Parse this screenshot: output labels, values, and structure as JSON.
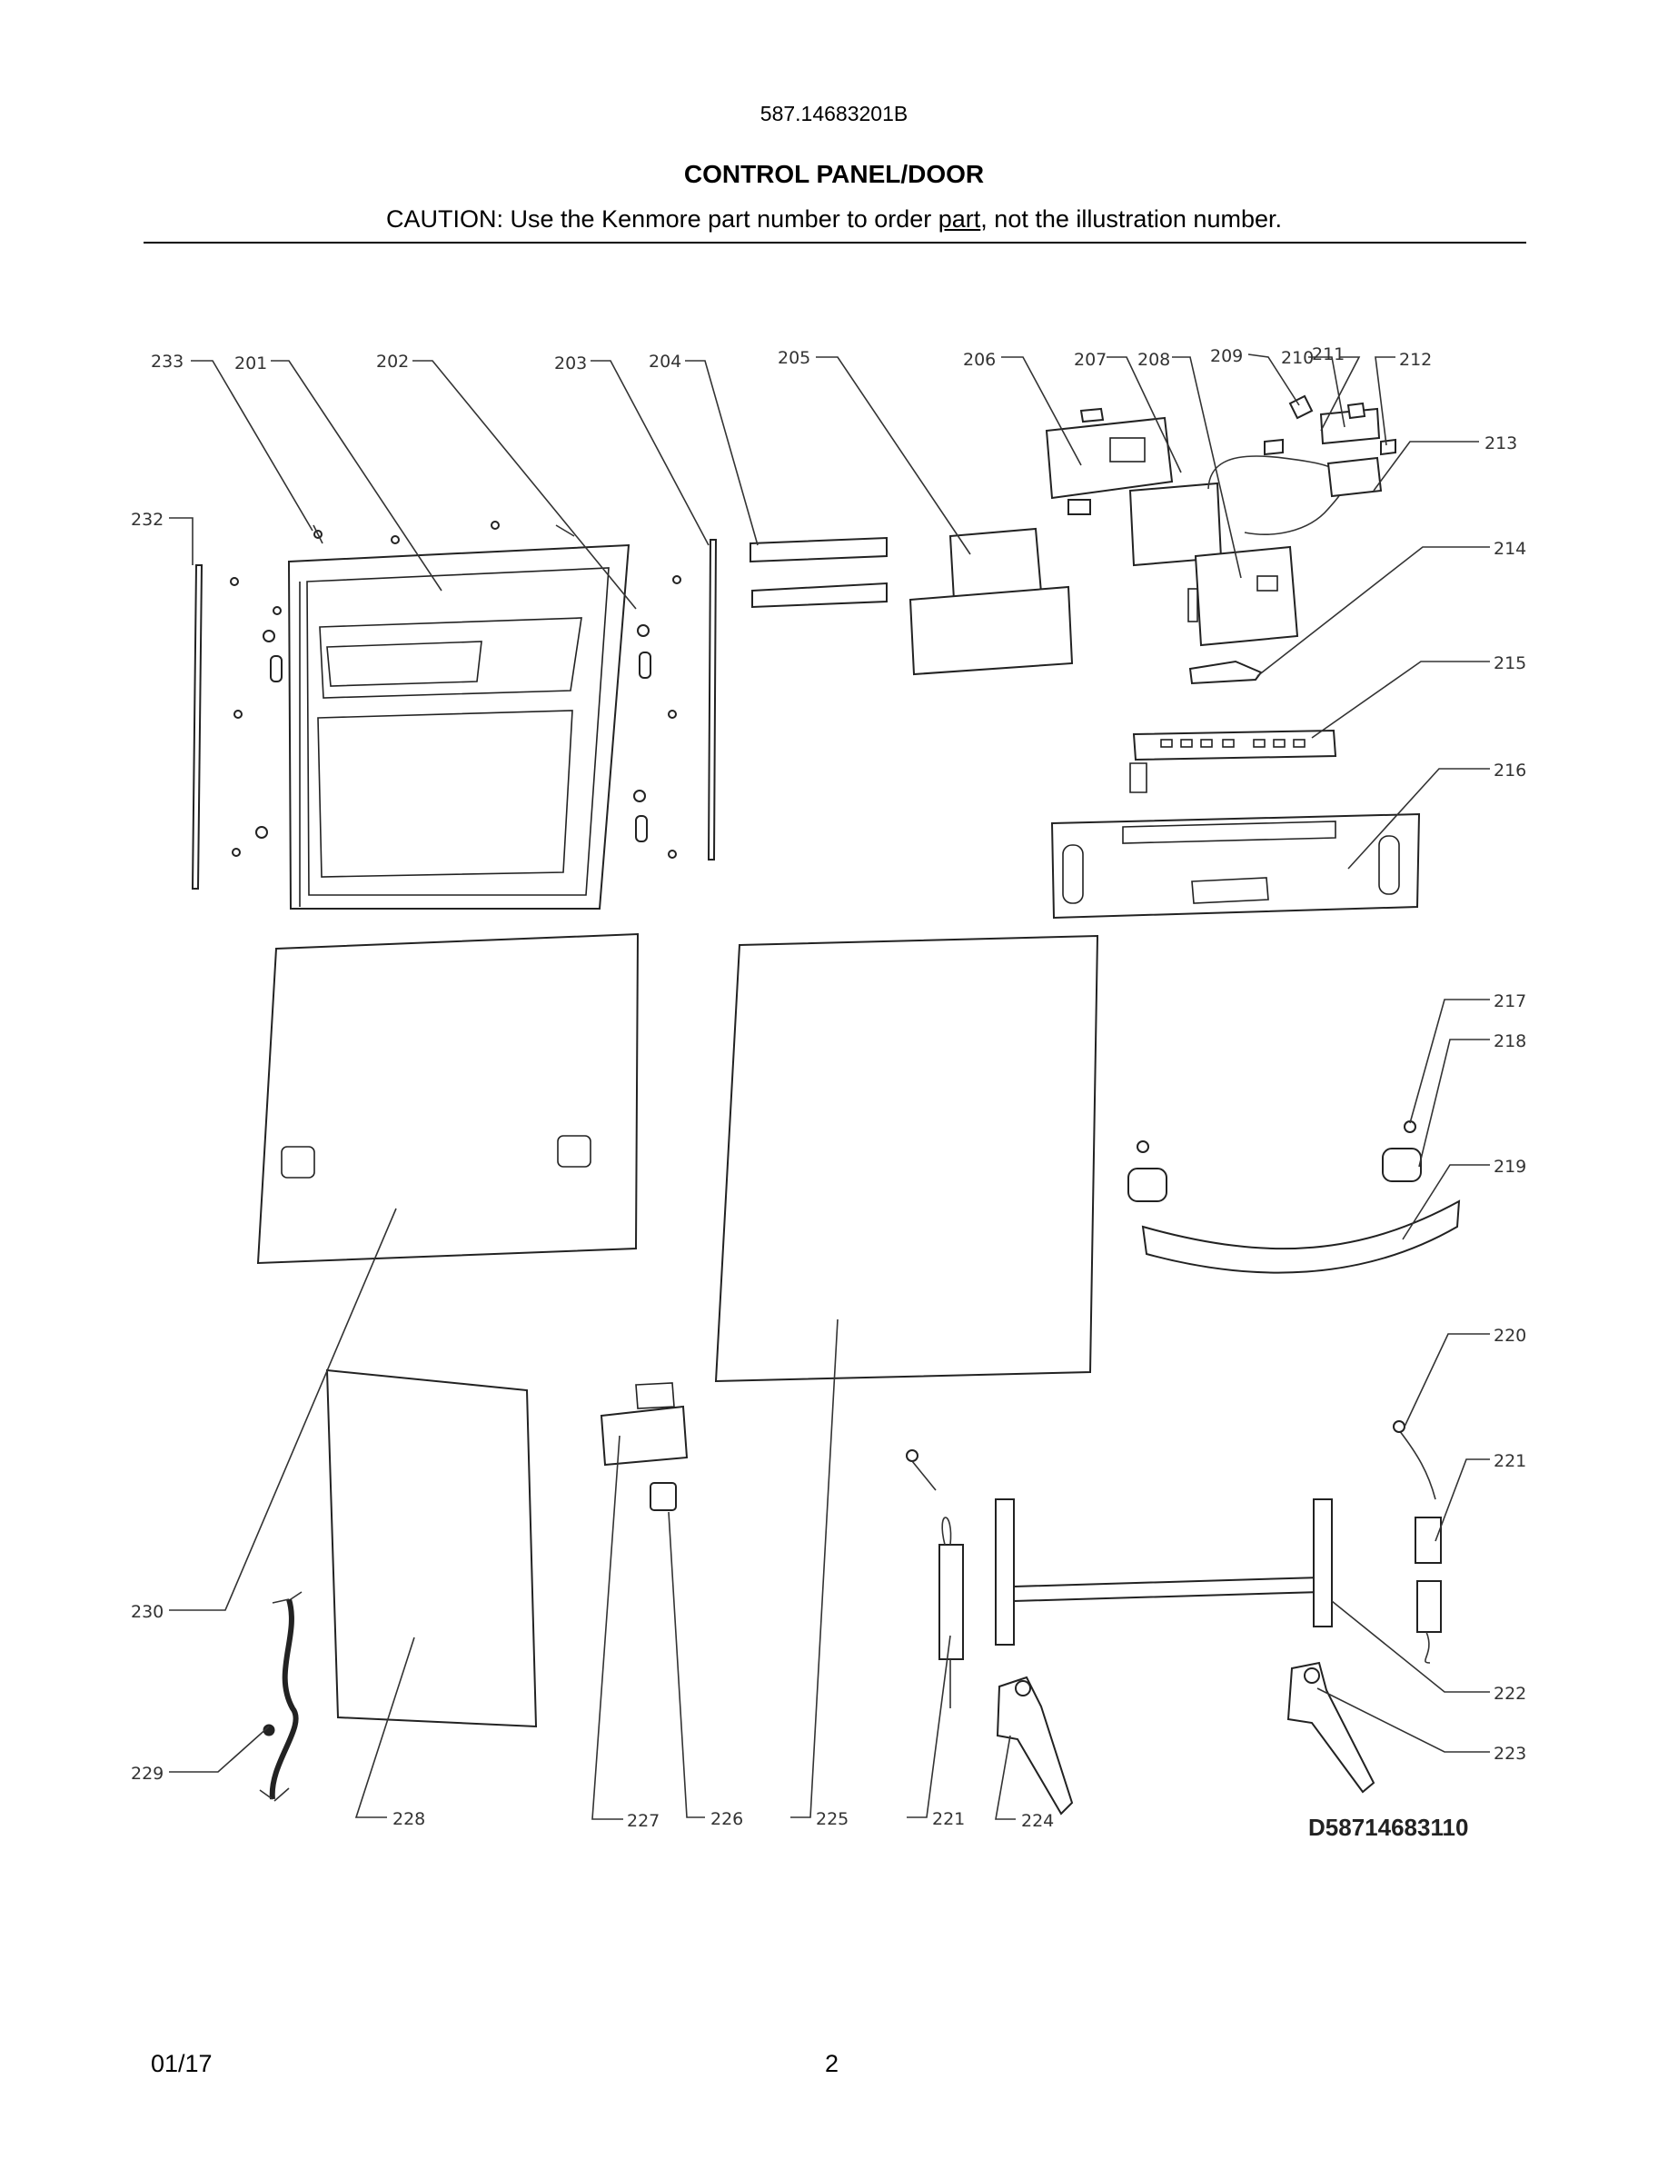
{
  "header": {
    "model_number": "587.14683201B",
    "title": "CONTROL PANEL/DOOR",
    "caution_before": "CAUTION: Use the Kenmore part number to order ",
    "caution_underlined": "part",
    "caution_after": ", not the illustration number."
  },
  "callouts": {
    "c201": "201",
    "c202": "202",
    "c203": "203",
    "c204": "204",
    "c205": "205",
    "c206": "206",
    "c207": "207",
    "c208": "208",
    "c209": "209",
    "c210": "210",
    "c211": "211",
    "c212": "212",
    "c213": "213",
    "c214": "214",
    "c215": "215",
    "c216": "216",
    "c217": "217",
    "c218": "218",
    "c219": "219",
    "c220": "220",
    "c221a": "221",
    "c221b": "221",
    "c222": "222",
    "c223": "223",
    "c224": "224",
    "c225": "225",
    "c226": "226",
    "c227": "227",
    "c228": "228",
    "c229": "229",
    "c230": "230",
    "c232": "232",
    "c233": "233"
  },
  "drawing_number": "D58714683110",
  "footer": {
    "date": "01/17",
    "page": "2"
  }
}
